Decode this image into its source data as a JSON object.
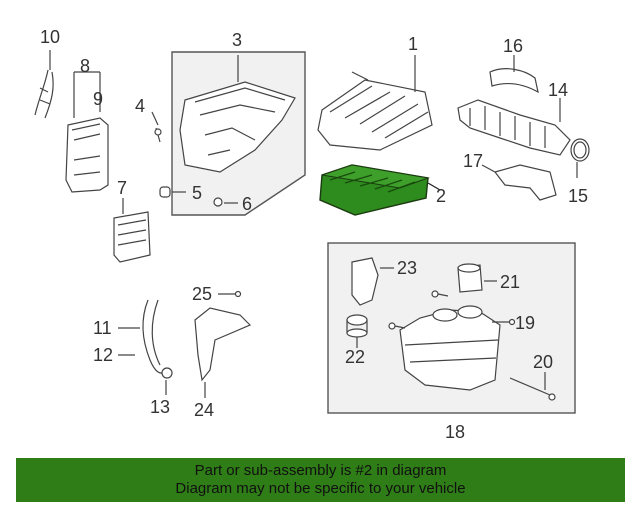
{
  "diagram": {
    "callouts": [
      "1",
      "2",
      "3",
      "4",
      "5",
      "6",
      "7",
      "8",
      "9",
      "10",
      "11",
      "12",
      "13",
      "14",
      "15",
      "16",
      "17",
      "18",
      "19",
      "20",
      "21",
      "22",
      "23",
      "24",
      "25"
    ],
    "highlight_color": "#2e8b1e"
  },
  "banner": {
    "line1": "Part or sub-assembly is #2 in diagram",
    "line2": "Diagram may not be specific to your vehicle",
    "background": "#2e7d17"
  }
}
